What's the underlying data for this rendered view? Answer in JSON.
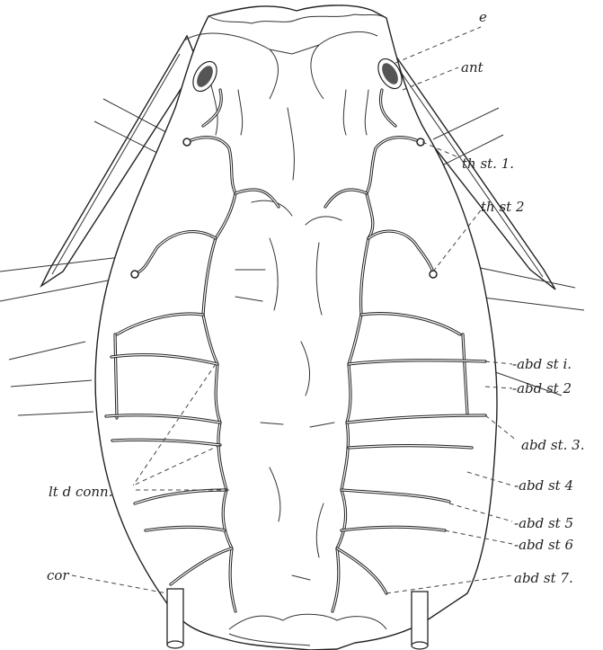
{
  "figure": {
    "labels": {
      "e": "e",
      "ant": "ant",
      "th_st_1": "th st. 1.",
      "th_st_2": "th st 2",
      "abd_st_1": "-abd st i.",
      "abd_st_2": "-abd st 2",
      "abd_st_3": "abd st. 3.",
      "abd_st_4": "-abd st 4",
      "abd_st_5": "-abd st 5",
      "abd_st_6": "-abd st 6",
      "abd_st_7": "abd st 7.",
      "lt_d_conn": "lt d conn.",
      "cor": "cor"
    }
  }
}
